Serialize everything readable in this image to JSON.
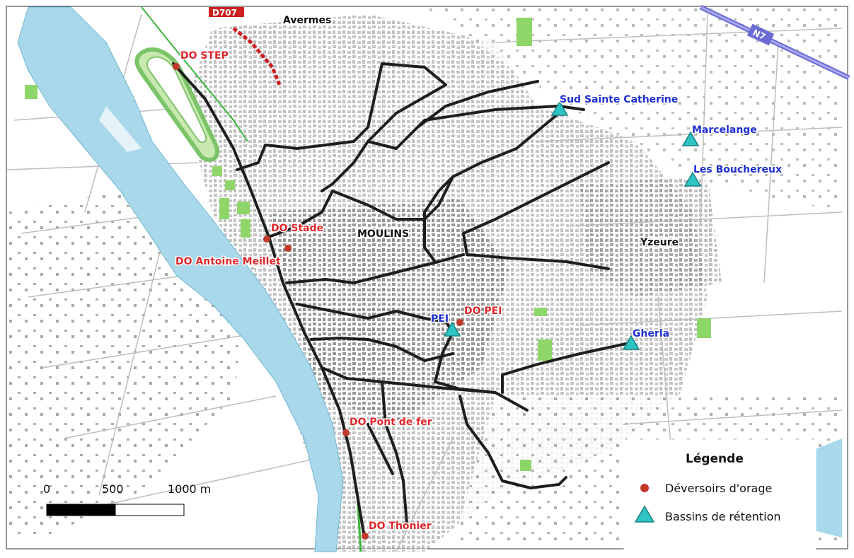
{
  "towns": {
    "avermes": "Avermes",
    "moulins": "MOULINS",
    "yzeure": "Yzeure"
  },
  "roads": {
    "d707": "D707",
    "n7": "N7"
  },
  "deversoirs": [
    {
      "label": "DO STEP"
    },
    {
      "label": "DO Stade"
    },
    {
      "label": "DO Antoine Meillet"
    },
    {
      "label": "DO PEI"
    },
    {
      "label": "DO Pont de fer"
    },
    {
      "label": "DO Thonier"
    }
  ],
  "bassins": [
    {
      "label": "Sud Sainte Catherine"
    },
    {
      "label": "Marcelange"
    },
    {
      "label": "Les Bouchereux"
    },
    {
      "label": "PEI"
    },
    {
      "label": "Gherla"
    }
  ],
  "legend": {
    "title": "Légende",
    "deversoirs": "Déversoirs d'orage",
    "bassins": "Bassins de rétention"
  },
  "scale": {
    "tick0": "0",
    "tick1": "500",
    "tick2": "1000 m"
  },
  "colors": {
    "river": "#a8d8ea",
    "network": "#1e1e1e",
    "deversoir": "#c0392b",
    "bassin": "#2ec4c4",
    "park": "#8fd66a",
    "road_red": "#cc1f1f",
    "highway": "#6b6bd6"
  }
}
